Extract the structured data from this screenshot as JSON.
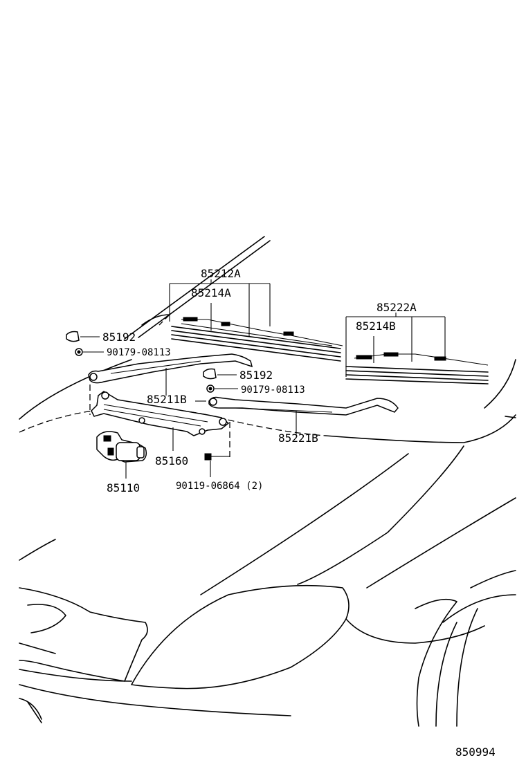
{
  "diagram_id": "850994",
  "parts": {
    "blade_front_set": "85212A",
    "blade_front_rubber": "85214A",
    "blade_rear_set": "85222A",
    "blade_rear_rubber": "85214B",
    "cap_1": "85192",
    "nut_1": "90179-08113",
    "cap_2": "85192",
    "nut_2": "90179-08113",
    "arm_front": "85211B",
    "arm_rear": "85221B",
    "link": "85160",
    "motor": "85110",
    "bolt": "90119-06864 (2)"
  }
}
